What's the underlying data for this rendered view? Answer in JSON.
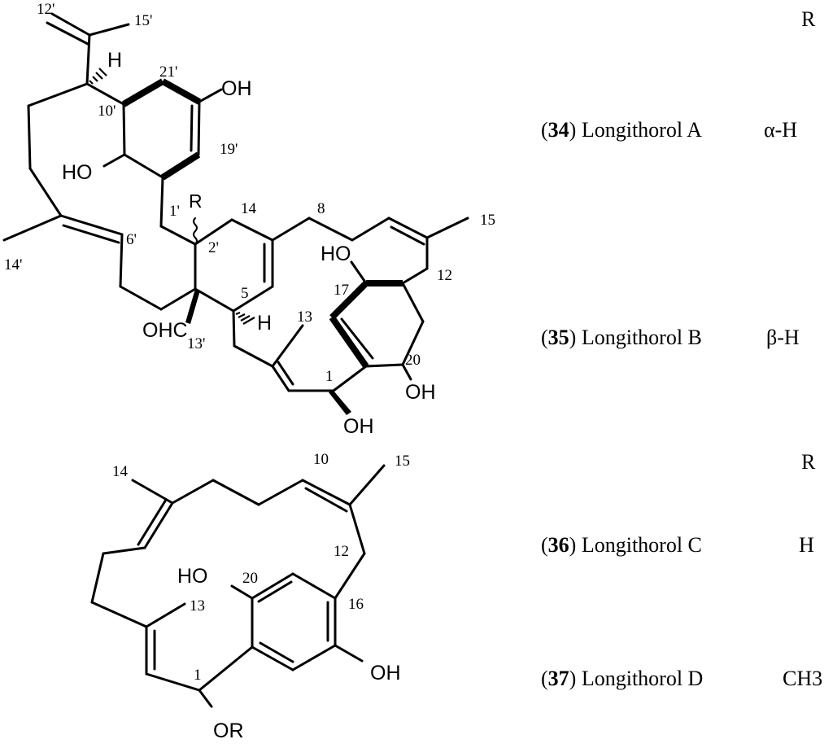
{
  "structure_top": {
    "numbers": {
      "c12p": "12'",
      "c15p": "15'",
      "c21p": "21'",
      "c10p": "10'",
      "c19p": "19'",
      "c1p": "1'",
      "c2p": "2'",
      "c6p": "6'",
      "c14p": "14'",
      "c13p": "13'",
      "c14": "14",
      "c8": "8",
      "c15": "15",
      "c12": "12",
      "c17": "17",
      "c5": "5",
      "c13": "13",
      "c20": "20",
      "c1": "1"
    },
    "groups": {
      "h_top": "H",
      "oh_top": "OH",
      "ho_left": "HO",
      "r": "R",
      "ohc": "OHC",
      "ho_ring": "HO",
      "h_mid": "H",
      "oh_ring": "OH",
      "oh_bottom": "OH"
    }
  },
  "structure_bottom": {
    "numbers": {
      "c14": "14",
      "c10": "10",
      "c15": "15",
      "c12": "12",
      "c20": "20",
      "c16": "16",
      "c13": "13",
      "c1": "1"
    },
    "groups": {
      "ho": "HO",
      "oh": "OH",
      "or": "OR"
    }
  },
  "table_top": {
    "header": "R",
    "rows": [
      {
        "open": "(",
        "id": "34",
        "close": ")",
        "name": " Longithorol A",
        "r": "α-H"
      },
      {
        "open": "(",
        "id": "35",
        "close": ")",
        "name": " Longithorol B",
        "r": "β-H"
      }
    ]
  },
  "table_bottom": {
    "header": "R",
    "rows": [
      {
        "open": "(",
        "id": "36",
        "close": ")",
        "name": " Longithorol C",
        "r": "H"
      },
      {
        "open": "(",
        "id": "37",
        "close": ")",
        "name": " Longithorol D",
        "r": "CH3"
      }
    ]
  }
}
